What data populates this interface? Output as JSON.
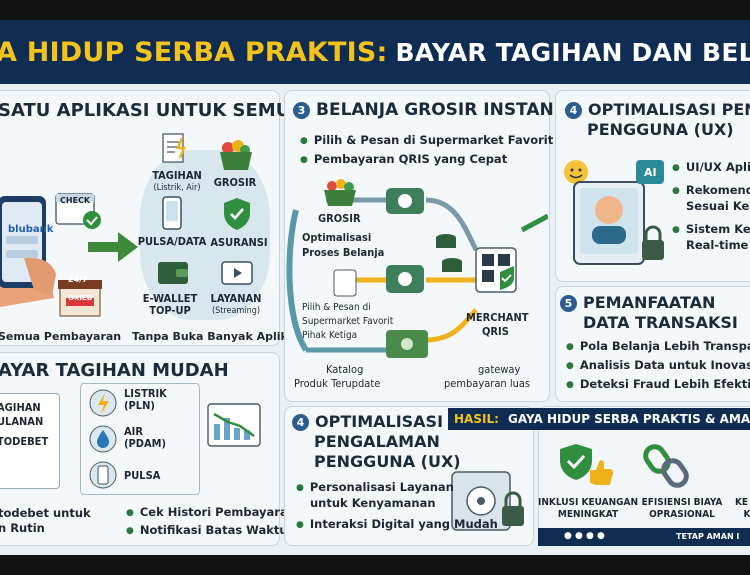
{
  "header": {
    "title_yellow": "A HIDUP SERBA PRAKTIS:",
    "title_white": "BAYAR TAGIHAN DAN BELANJA DALAM SATU APLI"
  },
  "section1": {
    "heading": "SATU APLIKASI UNTUK SEMUA",
    "phone_brand": "blubank",
    "check_label": "CHECK",
    "store_sign": "24/7",
    "store_label": "OKIED",
    "items": {
      "tagihan": "TAGIHAN",
      "tagihan_sub": "(Listrik, Air)",
      "grosir": "GROSIR",
      "pulsa": "PULSA/DATA",
      "asuransi": "ASURANSI",
      "ewallet": "E-WALLET TOP-UP",
      "layanan": "LAYANAN",
      "layanan_sub": "(Streaming)"
    },
    "caption_left": "Semua Pembayaran",
    "caption_right": "Tanpa Buka Banyak Aplikasi"
  },
  "section2": {
    "heading": "AYAR TAGIHAN MUDAH",
    "doc_lines": [
      "AGIHAN",
      "ULANAN",
      "TODEBET"
    ],
    "items": [
      "LISTRIK (PLN)",
      "AIR (PDAM)",
      "PULSA"
    ],
    "left_caption_1": "todebet untuk",
    "left_caption_2": "n Rutin",
    "bullets": [
      "Cek Histori Pembayaran",
      "Notifikasi Batas Waktu"
    ]
  },
  "section3": {
    "number": "3",
    "heading": "BELANJA GROSIR INSTAN",
    "bullets": [
      "Pilih & Pesan di Supermarket Favorit",
      "Pembayaran QRIS yang Cepat"
    ],
    "grosir_label": "GROSIR",
    "optimasi_1": "Optimalisasi",
    "optimasi_2": "Proses Belanja",
    "pihak_1": "Pilih & Pesan di",
    "pihak_2": "Supermarket Favorit",
    "pihak_3": "Pihak Ketiga",
    "merchant_1": "MERCHANT",
    "merchant_2": "QRIS",
    "katalog_1": "Katalog",
    "katalog_2": "Produk Terupdate",
    "gateway_1": "gateway",
    "gateway_2": "pembayaran luas"
  },
  "section4a": {
    "number": "4",
    "heading_1": "OPTIMALISASI PENGA",
    "heading_2": "PENGGUNA (UX)",
    "badge": "AI",
    "bullets": [
      "UI/UX Aplik",
      "Rekomend",
      "Sesuai Keb",
      "Sistem Ker",
      "Real-time"
    ]
  },
  "section5": {
    "number": "5",
    "heading_1": "PEMANFAATAN",
    "heading_2": "DATA TRANSAKSI",
    "bullets": [
      "Pola Belanja Lebih Transpara",
      "Analisis Data untuk Inovas",
      "Deteksi Fraud Lebih Efektif"
    ]
  },
  "section4b": {
    "number": "4",
    "heading_1": "OPTIMALISASI",
    "heading_2": "PENGALAMAN",
    "heading_3": "PENGGUNA (UX)",
    "bullets": [
      "Personalisasi Layanan",
      "untuk Kenyamanan",
      "Interaksi Digital yang Mudah"
    ]
  },
  "hasil": {
    "label": "HASIL:",
    "text": "GAYA HIDUP SERBA PRAKTIS & AMAN TE",
    "items": [
      "INKLUSI KEUANGAN MENINGKAT",
      "EFISIENSI BIAYA OPRASIONAL",
      "KE & K"
    ],
    "footer": "TETAP AMAN I"
  },
  "colors": {
    "navy": "#0f2d52",
    "yellow": "#f3c31b",
    "green": "#2f8f3f",
    "teal": "#3d8fa0"
  }
}
